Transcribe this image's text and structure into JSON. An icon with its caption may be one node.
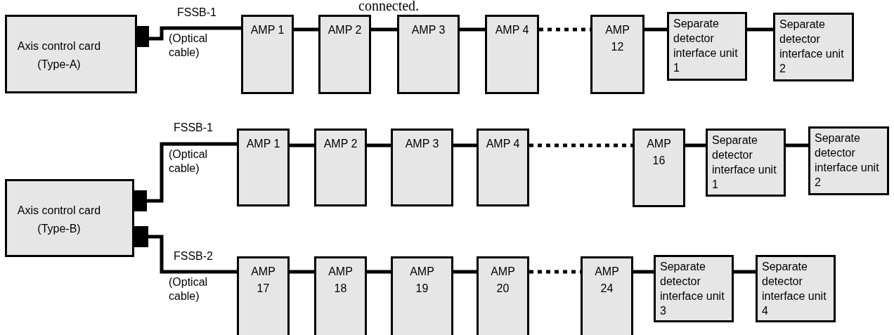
{
  "diagram": {
    "nodes": [
      {
        "text": [
          "Axis control card (Type-A)"
        ]
      },
      {
        "text": [
          "AMP 1"
        ]
      },
      {
        "text": [
          "AMP 2"
        ]
      },
      {
        "text": [
          "AMP 3"
        ]
      },
      {
        "text": [
          "AMP 4"
        ]
      },
      {
        "text": [
          "AMP 12"
        ]
      },
      {
        "text": [
          "Separate detector interface unit 1"
        ]
      },
      {
        "text": [
          "Separate detector interface unit 2"
        ]
      },
      {
        "text": [
          "Axis control card (Type-B)"
        ]
      },
      {
        "text": [
          "AMP 1"
        ]
      },
      {
        "text": [
          "AMP 2"
        ]
      },
      {
        "text": [
          "AMP 3"
        ]
      },
      {
        "text": [
          "AMP 4"
        ]
      },
      {
        "text": [
          "AMP 16"
        ]
      },
      {
        "text": [
          "Separate detector interface unit 1"
        ]
      },
      {
        "text": [
          "Separate detector interface unit 2"
        ]
      },
      {
        "text": [
          "AMP 17"
        ]
      },
      {
        "text": [
          "AMP 18"
        ]
      },
      {
        "text": [
          "AMP 19"
        ]
      },
      {
        "text": [
          "AMP 20"
        ]
      },
      {
        "text": [
          "AMP 24"
        ]
      },
      {
        "text": [
          "Separate detector interface unit 3"
        ]
      },
      {
        "text": [
          "Separate detector interface unit 4"
        ]
      }
    ],
    "edges": [
      {
        "from": 0,
        "to": 1,
        "arrow": "none",
        "label": "FSSB-1"
      },
      {
        "from": 1,
        "to": 2,
        "arrow": "none"
      },
      {
        "from": 2,
        "to": 3,
        "arrow": "none"
      },
      {
        "from": 3,
        "to": 4,
        "arrow": "none"
      },
      {
        "from": 4,
        "to": 5,
        "arrow": "none",
        "style": "dashed"
      },
      {
        "from": 5,
        "to": 6,
        "arrow": "none"
      },
      {
        "from": 6,
        "to": 7,
        "arrow": "none"
      },
      {
        "from": 8,
        "to": 9,
        "arrow": "none",
        "label": "FSSB-1"
      },
      {
        "from": 9,
        "to": 10,
        "arrow": "none"
      },
      {
        "from": 10,
        "to": 11,
        "arrow": "none"
      },
      {
        "from": 11,
        "to": 12,
        "arrow": "none"
      },
      {
        "from": 12,
        "to": 13,
        "arrow": "none",
        "style": "dashed"
      },
      {
        "from": 13,
        "to": 14,
        "arrow": "none"
      },
      {
        "from": 14,
        "to": 15,
        "arrow": "none"
      },
      {
        "from": 8,
        "to": 16,
        "arrow": "none",
        "label": "FSSB-2"
      },
      {
        "from": 16,
        "to": 17,
        "arrow": "none"
      },
      {
        "from": 17,
        "to": 18,
        "arrow": "none"
      },
      {
        "from": 18,
        "to": 19,
        "arrow": "none"
      },
      {
        "from": 19,
        "to": 20,
        "arrow": "none",
        "style": "dashed"
      },
      {
        "from": 20,
        "to": 21,
        "arrow": "none"
      },
      {
        "from": 21,
        "to": 22,
        "arrow": "none"
      }
    ],
    "labels": [
      "connected.",
      "(Optical cable)",
      "(Optical cable)",
      "(Optical cable)"
    ]
  }
}
